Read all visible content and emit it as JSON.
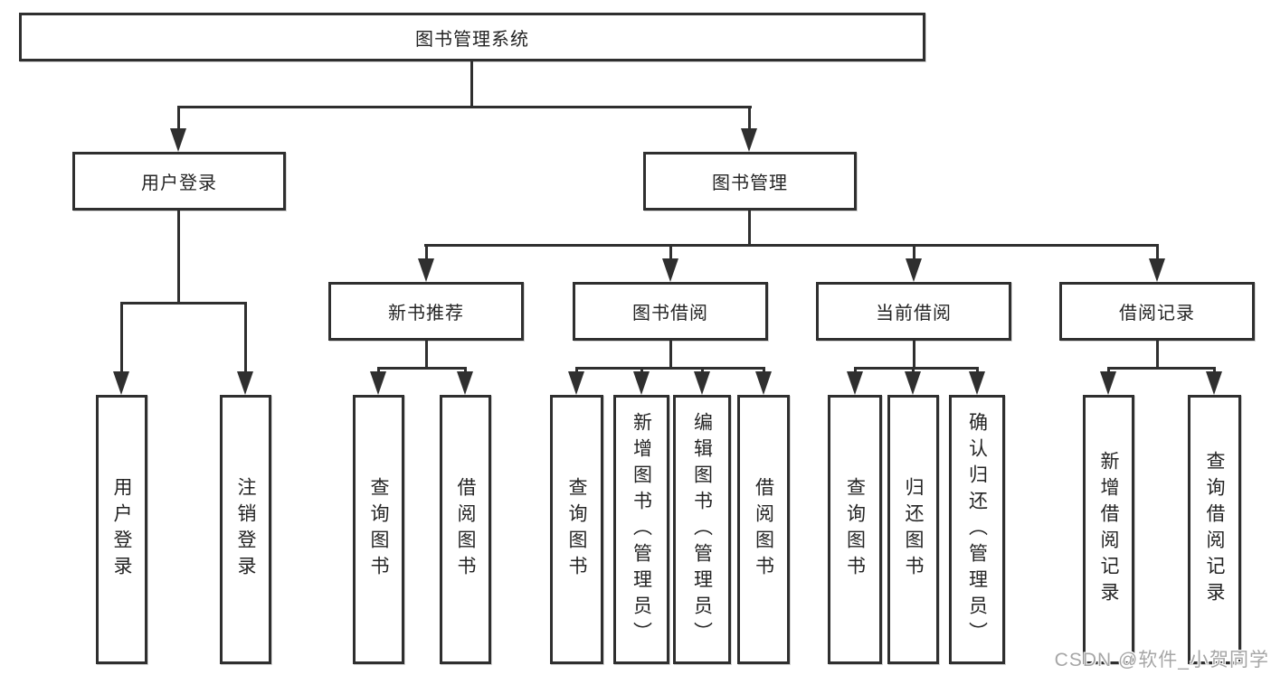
{
  "colors": {
    "line": "#2f2f2f",
    "text": "#242424",
    "background": "#ffffff",
    "watermark": "#a6a6a6"
  },
  "watermark": {
    "text": "CSDN @软件_小贺同学"
  },
  "tree": {
    "label": "图书管理系统",
    "children": [
      {
        "label": "用户登录",
        "children": [
          {
            "label": "用户登录"
          },
          {
            "label": "注销登录"
          }
        ]
      },
      {
        "label": "图书管理",
        "children": [
          {
            "label": "新书推荐",
            "children": [
              {
                "label": "查询图书"
              },
              {
                "label": "借阅图书"
              }
            ]
          },
          {
            "label": "图书借阅",
            "children": [
              {
                "label": "查询图书"
              },
              {
                "label": "新增图书（管理员）"
              },
              {
                "label": "编辑图书（管理员）"
              },
              {
                "label": "借阅图书"
              }
            ]
          },
          {
            "label": "当前借阅",
            "children": [
              {
                "label": "查询图书"
              },
              {
                "label": "归还图书"
              },
              {
                "label": "确认归还（管理员）"
              }
            ]
          },
          {
            "label": "借阅记录",
            "children": [
              {
                "label": "新增借阅记录"
              },
              {
                "label": "查询借阅记录"
              }
            ]
          }
        ]
      }
    ]
  }
}
